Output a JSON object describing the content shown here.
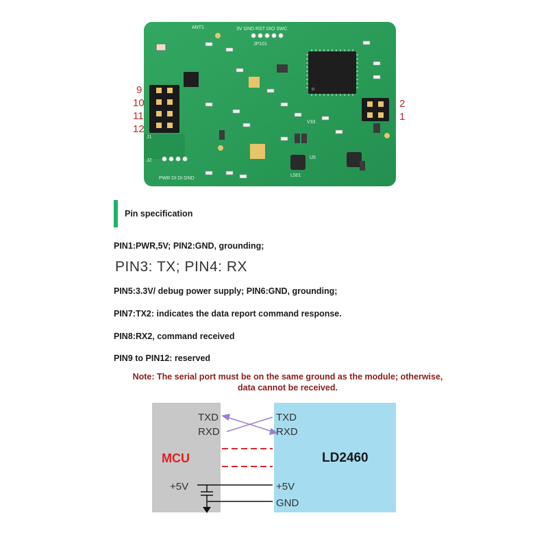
{
  "board": {
    "pin_labels_left": [
      "9",
      "10",
      "11",
      "12"
    ],
    "pin_labels_right": [
      "2",
      "1"
    ],
    "silk_j1": "J1",
    "silk_j2": "J2",
    "silk_ant": "ANT1",
    "silk_jp": "JP101",
    "silk_v33": "V33",
    "silk_u5": "U5",
    "silk_l501": "L501",
    "silk_header_top": "3V GND RST DIO SWC",
    "silk_header_bottom": "PWR DI DI GND",
    "colors": {
      "pcb": "#2a9d5a",
      "chip": "#222222",
      "pin_label": "#c0262d"
    }
  },
  "spec": {
    "title": "Pin specification",
    "lines": [
      "PIN1:PWR,5V; PIN2:GND, grounding;",
      "PIN3: TX; PIN4: RX",
      "PIN5:3.3V/ debug power supply; PIN6:GND, grounding;",
      "PIN7:TX2: indicates the data report command response.",
      "PIN8:RX2, command received",
      "PIN9 to PIN12: reserved"
    ],
    "note_line1": "Note: The serial port must be on the same ground as the module; otherwise,",
    "note_line2": "data cannot be received.",
    "accent_color": "#1fb36a"
  },
  "wiring": {
    "mcu_label": "MCU",
    "module_label": "LD2460",
    "mcu_pins": [
      "TXD",
      "RXD",
      "+5V"
    ],
    "module_pins": [
      "TXD",
      "RXD",
      "+5V",
      "GND"
    ],
    "colors": {
      "mcu_box": "#c8c8c8",
      "module_box": "#a6dcef",
      "cross": "#9b7fd1",
      "dash": "#d8282c",
      "mcu_text": "#e02020"
    }
  }
}
